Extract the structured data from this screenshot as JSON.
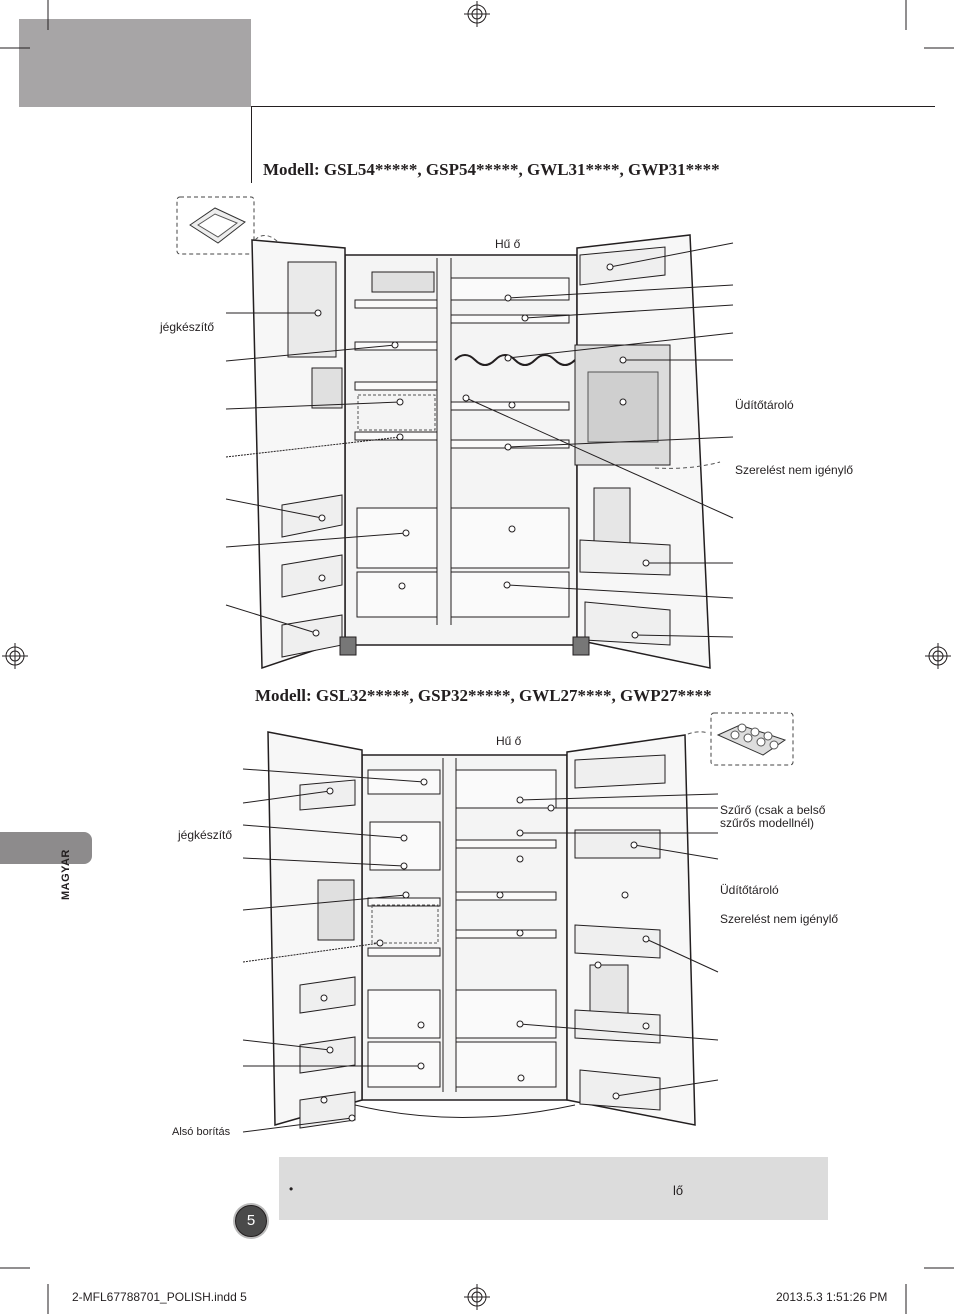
{
  "header": {
    "section_title": ""
  },
  "side_tab": {
    "language": "MAGYAR"
  },
  "model1": {
    "title": "Modell: GSL54*****, GSP54*****, GWL31****, GWP31****",
    "labels": {
      "top_center": "Hű ő",
      "icemaker": "jégkészítő",
      "beverage": "Üdítőtároló",
      "no_install": "Szerelést nem igénylő"
    }
  },
  "model2": {
    "title": "Modell: GSL32*****, GSP32*****, GWL27****, GWP27****",
    "labels": {
      "top_center": "Hű ő",
      "icemaker": "jégkészítő",
      "filter": "Szűrő (csak a belső",
      "filter_cont": "szűrős modellnél)",
      "beverage": "Üdítőtároló",
      "no_install": "Szerelést nem igénylő",
      "bottom_cover": "Alsó borítás"
    }
  },
  "note": {
    "bullet": "•",
    "text": "lő"
  },
  "page": {
    "number": "5"
  },
  "footer": {
    "file": "2-MFL67788701_POLISH.indd   5",
    "timestamp": "2013.5.3   1:51:26 PM"
  }
}
